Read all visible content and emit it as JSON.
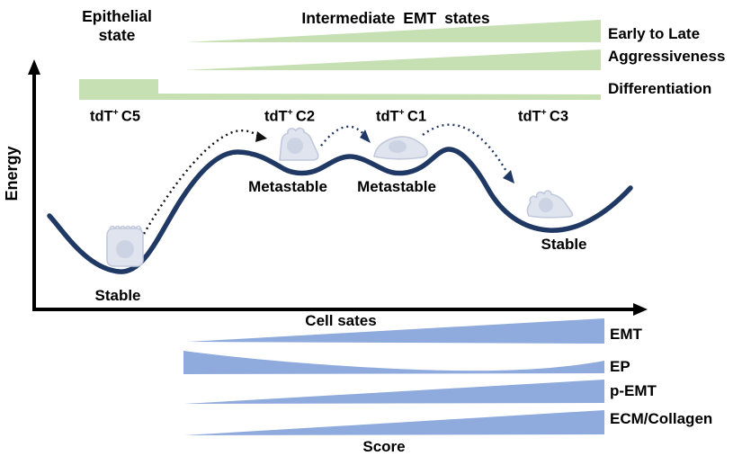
{
  "header": {
    "epithelial_label": "Epithelial state",
    "intermediate_label": "Intermediate EMT states"
  },
  "gradient_bars": [
    {
      "label": "Early to Late"
    },
    {
      "label": "Aggressiveness"
    },
    {
      "label": "Differentiation"
    }
  ],
  "axes": {
    "y_label": "Energy",
    "x_label": "Cell sates"
  },
  "states": [
    {
      "marker": "tdT",
      "marker_sup": "+",
      "cluster": "C5",
      "stability": "Stable"
    },
    {
      "marker": "tdT",
      "marker_sup": "+",
      "cluster": "C2",
      "stability": "Metastable"
    },
    {
      "marker": "tdT",
      "marker_sup": "+",
      "cluster": "C1",
      "stability": "Metastable"
    },
    {
      "marker": "tdT",
      "marker_sup": "+",
      "cluster": "C3",
      "stability": "Stable"
    }
  ],
  "score_bars": [
    {
      "label": "EMT"
    },
    {
      "label": "EP"
    },
    {
      "label": "p-EMT"
    },
    {
      "label": "ECM/Collagen"
    }
  ],
  "score_axis_label": "Score",
  "colors": {
    "gradient_green": "#c6e0b4",
    "score_blue": "#8faadc",
    "curve_navy": "#1f3864",
    "arrow_black": "#111111",
    "cell_fill": "#e0e4ef",
    "cell_stroke": "#c2c9dc",
    "nucleus_fill": "#ccd3e3",
    "text": "#000000"
  }
}
